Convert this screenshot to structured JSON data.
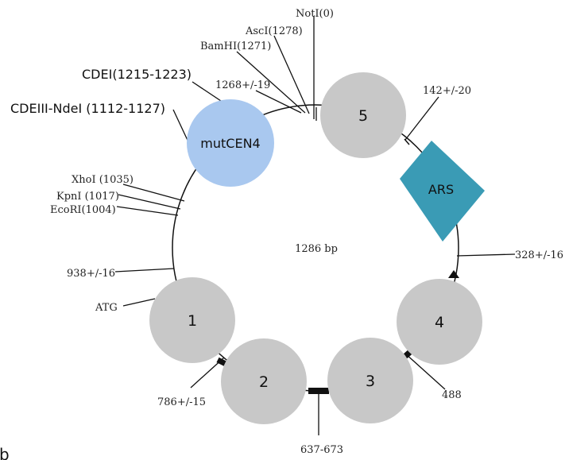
{
  "plasmid": {
    "size_label": "1286 bp"
  },
  "features": {
    "mutcen4": {
      "label": "mutCEN4",
      "color": "#a9c8ef"
    },
    "ars": {
      "label": "ARS",
      "color": "#3a9bb5"
    },
    "nucleosomes": [
      {
        "label": "1",
        "color": "#c8c8c8"
      },
      {
        "label": "2",
        "color": "#c8c8c8"
      },
      {
        "label": "3",
        "color": "#c8c8c8"
      },
      {
        "label": "4",
        "color": "#c8c8c8"
      },
      {
        "label": "5",
        "color": "#c8c8c8"
      }
    ]
  },
  "sites": {
    "noti": "NotI(0)",
    "asci": "AscI(1278)",
    "bamhi": "BamHI(1271)",
    "pos_1268": "1268+/-19",
    "cdei": "CDEI(1215-1223)",
    "cdeiii": "CDEIII-NdeI (1112-1127)",
    "xhoi": "XhoI (1035)",
    "kpni": "KpnI (1017)",
    "ecori": "EcoRI(1004)",
    "pos_938": "938+/-16",
    "atg": "ATG",
    "pos_786": "786+/-15",
    "pos_637": "637-673",
    "pos_488": "488",
    "pos_328": "328+/-16",
    "pos_142": "142+/-20"
  },
  "corner_mark": "b"
}
